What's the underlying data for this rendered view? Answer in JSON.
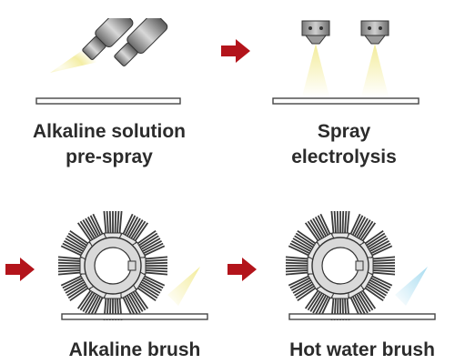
{
  "steps": [
    {
      "line1": "Alkaline solution",
      "line2": "pre-spray",
      "icon": "spray-bottles-icon"
    },
    {
      "line1": "Spray",
      "line2": "electrolysis",
      "icon": "spray-nozzles-icon"
    },
    {
      "line1": "Alkaline brush",
      "line2": "",
      "icon": "rotating-brush-icon"
    },
    {
      "line1": "Hot water brush",
      "line2": "",
      "icon": "rotating-brush-icon"
    }
  ],
  "colors": {
    "arrow": "#b3141b",
    "text": "#2b2b2b",
    "bristle": "#3a3a3a",
    "alkaline_spray": "#f3ec9a",
    "water_spray": "#a8dcf0"
  }
}
